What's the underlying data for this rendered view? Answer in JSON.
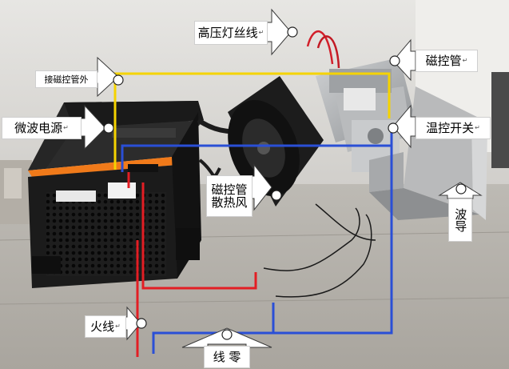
{
  "labels": {
    "filament_hv": "高压灯丝线",
    "magnetron_outer": "接磁控管外",
    "magnetron": "磁控管",
    "microwave_psu": "微波电源",
    "thermo_switch": "温控开关",
    "fan_l1": "磁控管",
    "fan_l2": "散热风",
    "waveguide": "波导",
    "live_wire": "火线",
    "neutral_l1": "线",
    "neutral_l2": "零"
  },
  "return_mark": "↵",
  "colors": {
    "red_wire": "#e31e24",
    "blue_wire": "#2a4fd6",
    "yellow_wire": "#f5d300",
    "psu_orange": "#f07a1a",
    "psu_black": "#1b1b1b",
    "metal": "#a9abad",
    "label_bg": "#ffffff"
  }
}
